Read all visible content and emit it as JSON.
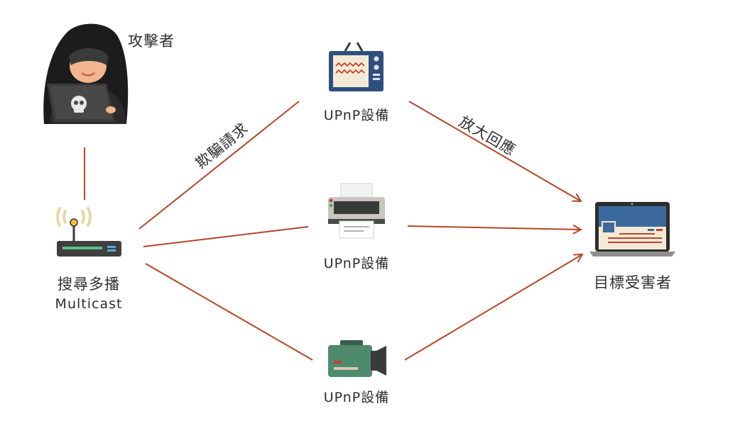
{
  "attacker": {
    "label": "攻擊者"
  },
  "multicast": {
    "label": "搜尋多播",
    "sublabel": "Multicast"
  },
  "devices": [
    {
      "label": "UPnP設備",
      "icon": "tv-icon"
    },
    {
      "label": "UPnP設備",
      "icon": "printer-icon"
    },
    {
      "label": "UPnP設備",
      "icon": "video-camera-icon"
    }
  ],
  "victim": {
    "label": "目標受害者"
  },
  "edges": {
    "spoof_label": "欺騙請求",
    "amplify_label": "放大回應"
  },
  "colors": {
    "line": "#b5452a",
    "device_blue": "#2f4f7f",
    "camera_green": "#4e8a6e"
  }
}
